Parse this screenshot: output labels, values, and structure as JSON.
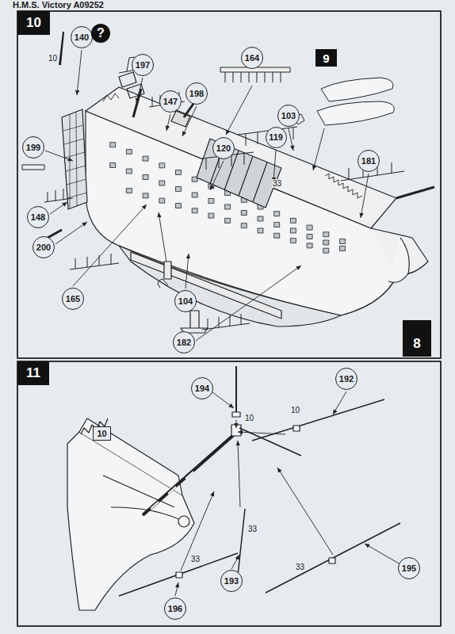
{
  "diagram": {
    "title": "H.M.S. Victory A09252",
    "nodes": [
      {
        "text": [
          "10"
        ]
      },
      {
        "text": [
          "140"
        ]
      },
      {
        "text": [
          "?"
        ]
      },
      {
        "text": [
          "197"
        ]
      },
      {
        "text": [
          "164"
        ]
      },
      {
        "text": [
          "9"
        ]
      },
      {
        "text": [
          "147"
        ]
      },
      {
        "text": [
          "198"
        ]
      },
      {
        "text": [
          "103"
        ]
      },
      {
        "text": [
          "120"
        ]
      },
      {
        "text": [
          "119"
        ]
      },
      {
        "text": [
          "199"
        ]
      },
      {
        "text": [
          "181"
        ]
      },
      {
        "text": [
          "148"
        ]
      },
      {
        "text": [
          "200"
        ]
      },
      {
        "text": [
          "165"
        ]
      },
      {
        "text": [
          "104"
        ]
      },
      {
        "text": [
          "182"
        ]
      },
      {
        "text": [
          "8"
        ]
      },
      {
        "text": [
          "11"
        ]
      },
      {
        "text": [
          "194"
        ]
      },
      {
        "text": [
          "192"
        ]
      },
      {
        "text": [
          "10"
        ]
      },
      {
        "text": [
          "195"
        ]
      },
      {
        "text": [
          "193"
        ]
      },
      {
        "text": [
          "196"
        ]
      }
    ],
    "labels": [
      "10",
      "33",
      "10",
      "10",
      "33",
      "33",
      "33"
    ]
  }
}
